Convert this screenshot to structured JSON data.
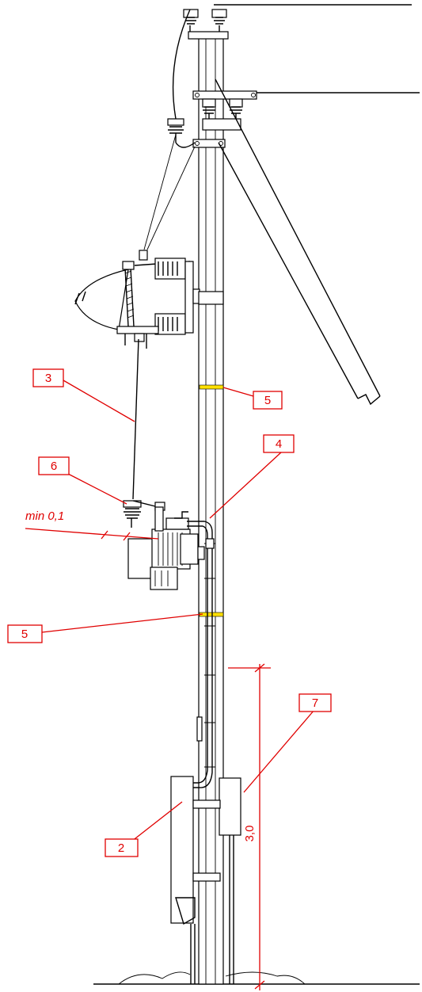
{
  "callouts": {
    "c3": "3",
    "c5_upper": "5",
    "c4": "4",
    "c6": "6",
    "c5_lower": "5",
    "c7": "7",
    "c2": "2"
  },
  "annotations": {
    "min_clearance": "min 0,1",
    "height_dimension": "3,0"
  },
  "colors": {
    "annotation": "#e00000",
    "marker_band": "#ffe000",
    "line": "#000000"
  }
}
